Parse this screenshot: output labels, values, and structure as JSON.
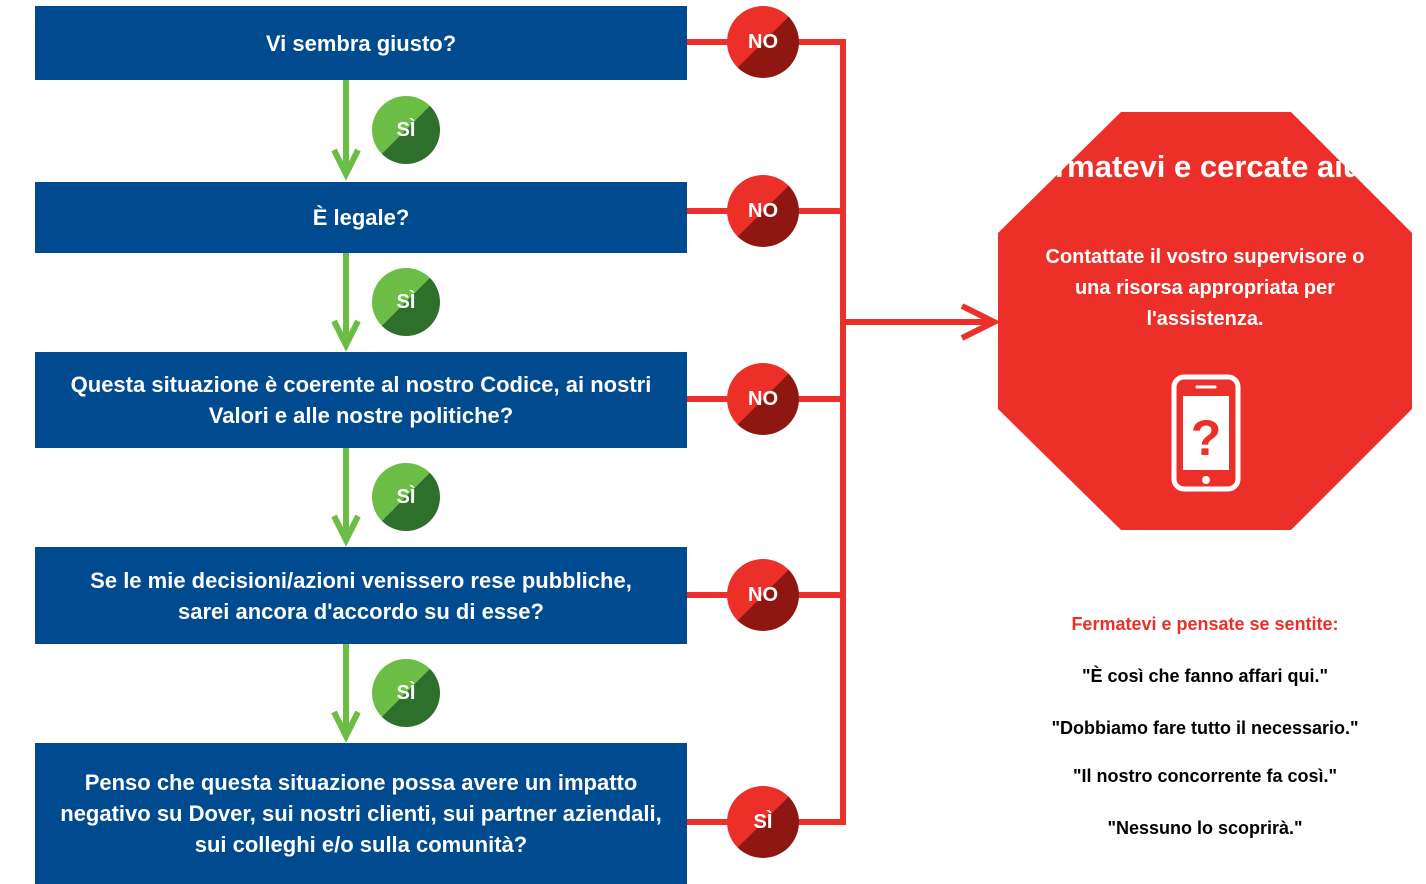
{
  "questions": [
    "Vi sembra giusto?",
    "È legale?",
    "Questa situazione è coerente al nostro Codice, ai nostri Valori e alle nostre politiche?",
    "Se le mie decisioni/azioni venissero rese pubbliche, sarei ancora d'accordo su di esse?",
    "Penso che questa situazione possa avere un impatto negativo su Dover, sui nostri clienti, sui partner aziendali, sui colleghi e/o sulla comunità?"
  ],
  "answers": {
    "no": "NO",
    "yes": "SÌ"
  },
  "stop_sign": {
    "title": "Fermatevi e cercate aiuto",
    "subtitle": "Contattate il vostro supervisore o una risorsa appropriata per l'assistenza.",
    "icon": "smartphone-question-icon"
  },
  "warnings": {
    "heading": "Fermatevi e pensate se sentite:",
    "quotes": [
      "\"È così che fanno affari qui.\"",
      "\"Dobbiamo fare tutto il necessario.\"",
      "\"Il nostro concorrente fa così.\"",
      "\"Nessuno lo scoprirà.\""
    ]
  },
  "colors": {
    "question_box": "#004a8f",
    "no_red": "#ed2f2a",
    "no_dark": "#8e1712",
    "yes_green": "#6bbd45",
    "yes_dark": "#2e6f2b",
    "arrow_green": "#6bbd45",
    "connector_red": "#ed2f2a"
  }
}
